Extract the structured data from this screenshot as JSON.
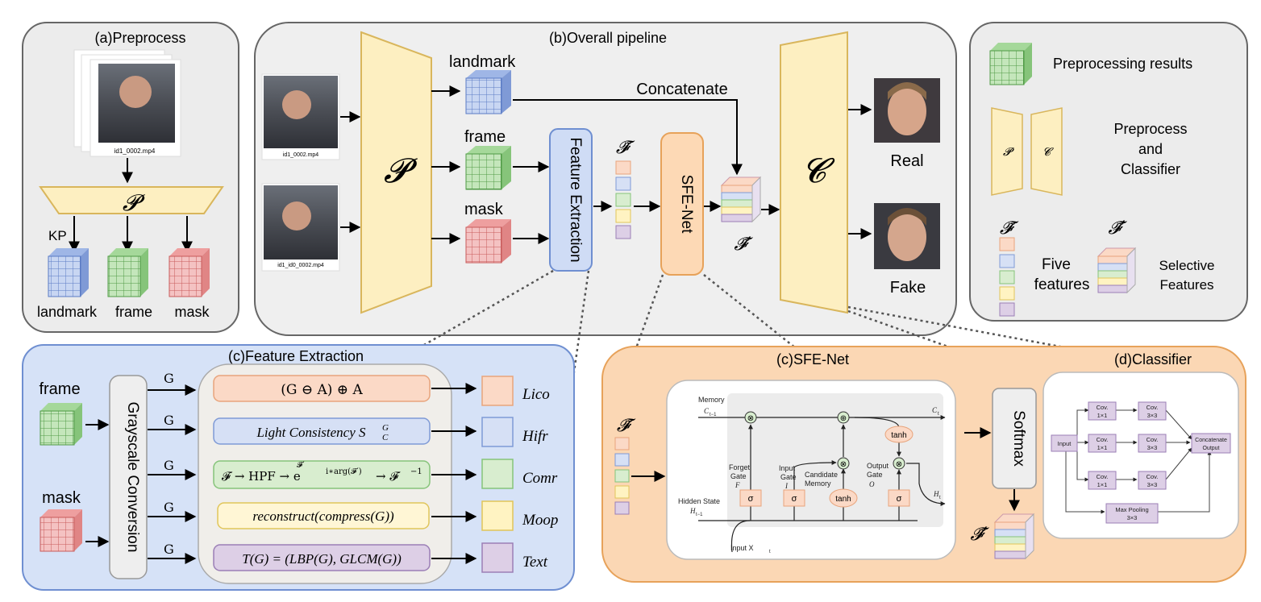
{
  "preprocess": {
    "title": "(a)Preprocess",
    "video_caption": "id1_0002.mp4",
    "block_label": "𝓟",
    "kp_label": "KP",
    "outputs": [
      "landmark",
      "frame",
      "mask"
    ]
  },
  "pipeline": {
    "title": "(b)Overall pipeline",
    "video_top_caption": "id1_0002.mp4",
    "video_bottom_caption": "id1_id0_0002.mp4",
    "preprocess_label": "𝓟",
    "landmark_label": "landmark",
    "frame_label": "frame",
    "mask_label": "mask",
    "feature_extraction_label": "Feature Extraction",
    "f_tilde": "𝓕̃",
    "sfe_label": "SFE-Net",
    "concatenate_label": "Concatenate",
    "f_prime": "𝓕̃′",
    "classifier_label": "𝓒",
    "real_label": "Real",
    "fake_label": "Fake"
  },
  "legend": {
    "preprocessing_results": "Preprocessing results",
    "p_symbol": "𝓟",
    "c_symbol": "𝓒",
    "preprocess_line1": "Preprocess",
    "preprocess_line2": "and",
    "preprocess_line3": "Classifier",
    "f_tilde": "𝓕̃",
    "five_line1": "Five",
    "five_line2": "features",
    "f_prime": "𝓕̃′",
    "selective_line1": "Selective",
    "selective_line2": "Features"
  },
  "feature_extraction": {
    "title": "(c)Feature Extraction",
    "frame_label": "frame",
    "mask_label": "mask",
    "grayscale_label": "Grayscale Conversion",
    "g_label": "G",
    "formulas": [
      "(G ⊖ A) ⊕ A",
      "Light Consistency S",
      "𝓕 → HPF → e",
      "reconstruct(compress(G))",
      "T(G) = (LBP(G), GLCM(G))"
    ],
    "formula_extras": {
      "light_sup": "G",
      "light_sub": "C",
      "hpf_over": "𝓕′",
      "exp_power": "i∗arg(𝓕′)",
      "inverse": "→ 𝓕",
      "inverse_power": "−1"
    },
    "outputs": [
      "Lico",
      "Hifr",
      "Comr",
      "Moop",
      "Text"
    ],
    "colors": {
      "lico": "#fbd9c6",
      "hifr": "#d6e0f5",
      "comr": "#d8edcf",
      "moop": "#fff3c2",
      "text": "#ddcfe6"
    }
  },
  "sfe_net": {
    "title": "(c)SFE-Net",
    "f_tilde": "𝓕̃",
    "memory_label": "Memory",
    "c_prev": "C",
    "c_prev_sub": "t−1",
    "c_t": "C",
    "c_t_sub": "t",
    "forget_gate_line1": "Forget",
    "forget_gate_line2": "Gate",
    "forget_sym": "F",
    "input_gate_line1": "Input",
    "input_gate_line2": "Gate",
    "input_sym": "I",
    "candidate_line1": "Candidate",
    "candidate_line2": "Memory",
    "output_gate_line1": "Output",
    "output_gate_line2": "Gate",
    "output_sym": "O",
    "tanh_label": "tanh",
    "sigma": "σ",
    "hidden_state": "Hidden State",
    "h_prev": "H",
    "h_prev_sub": "t−1",
    "h_t": "H",
    "h_t_sub": "t",
    "input_x": "Input X",
    "input_x_sub": "t",
    "softmax_label": "Softmax",
    "f_prime": "𝓕̃′"
  },
  "classifier": {
    "title": "(d)Classifier",
    "input_label": "Input",
    "conv": "Cov.",
    "k1": "1×1",
    "k3": "3×3",
    "max_pooling": "Max Pooling",
    "concat_line1": "Concatenate",
    "concat_line2": "Output"
  }
}
